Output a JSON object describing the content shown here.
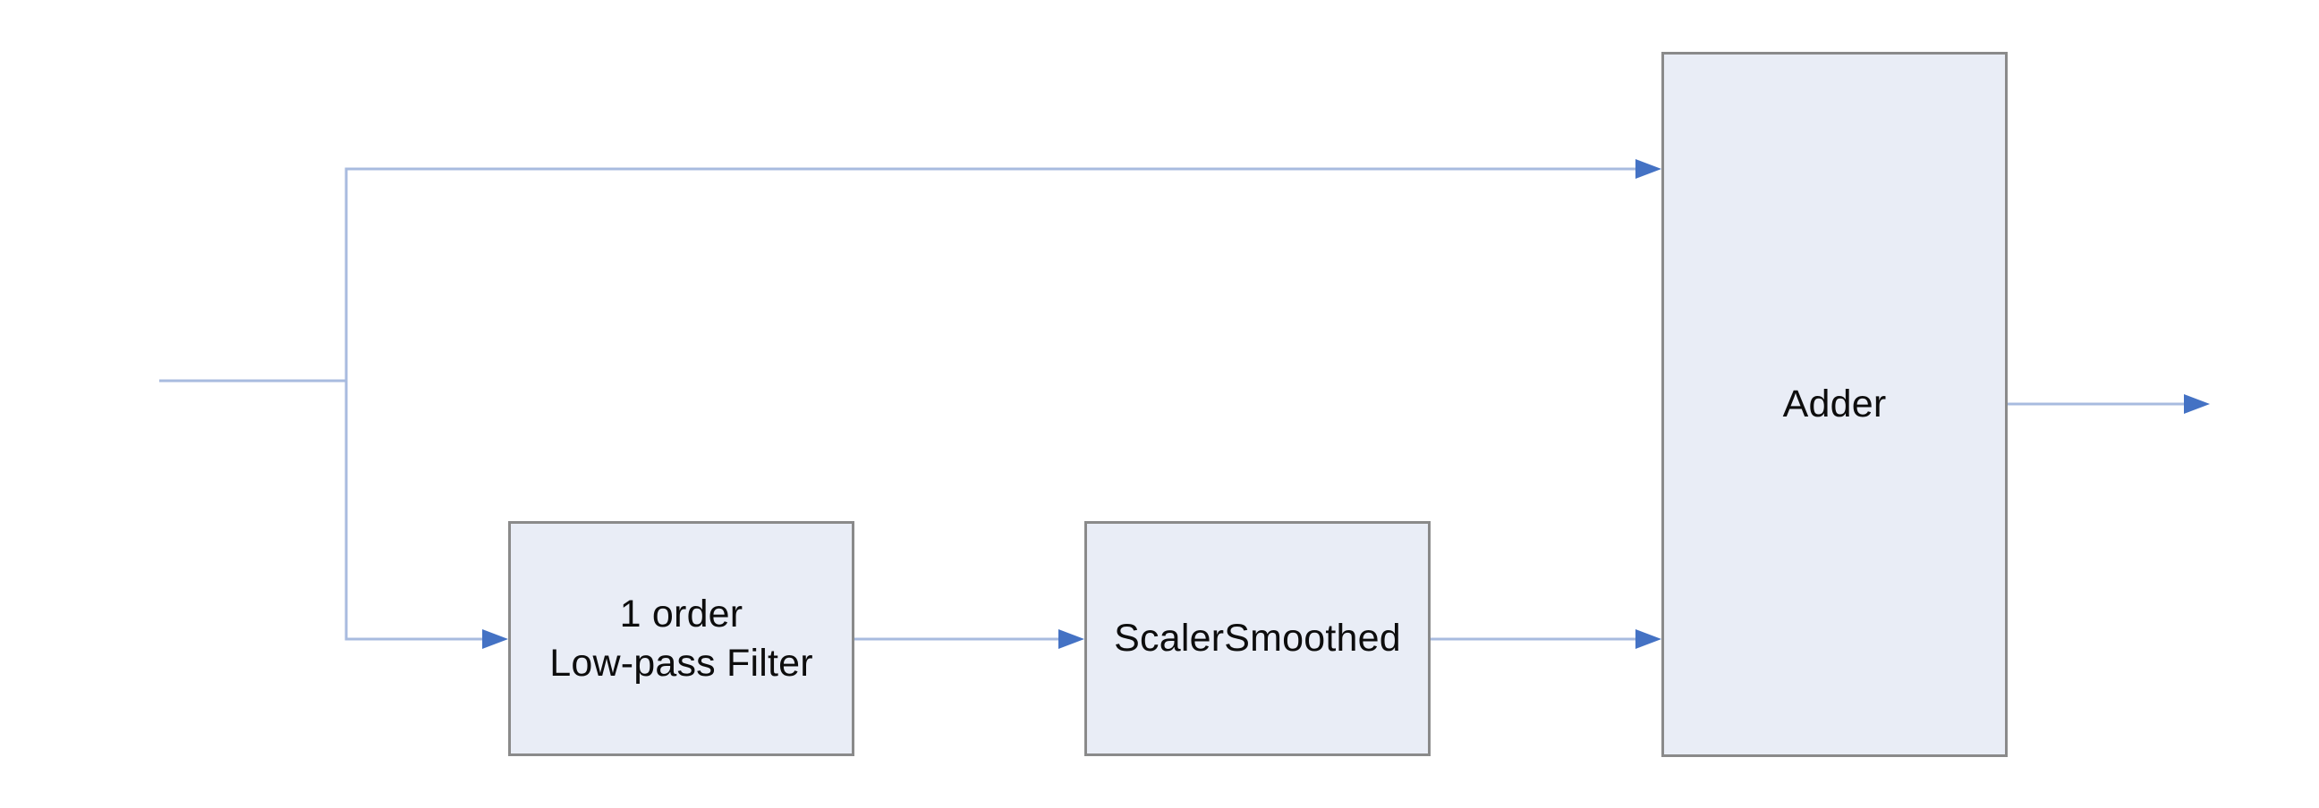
{
  "diagram": {
    "type": "block-diagram",
    "background_color": "#ffffff",
    "node_fill_color": "#e9edf6",
    "node_border_color": "#8a8a8a",
    "connector_color": "#a8bbdf",
    "arrowhead_color": "#4472c4",
    "text_color": "#0d0d0d",
    "nodes": [
      {
        "id": "lowpass-filter",
        "label": "1 order\nLow-pass Filter"
      },
      {
        "id": "scaler-smoothed",
        "label": "ScalerSmoothed"
      },
      {
        "id": "adder",
        "label": "Adder"
      }
    ],
    "edges": [
      {
        "from": "input",
        "to": "branch-point",
        "note": "input stub joins vertical branch line"
      },
      {
        "from": "branch-point",
        "to": "adder",
        "note": "direct upper path into Adder top input"
      },
      {
        "from": "branch-point",
        "to": "lowpass-filter",
        "note": "lower path"
      },
      {
        "from": "lowpass-filter",
        "to": "scaler-smoothed",
        "note": ""
      },
      {
        "from": "scaler-smoothed",
        "to": "adder",
        "note": "into Adder lower input"
      },
      {
        "from": "adder",
        "to": "output",
        "note": "output arrow to the right"
      }
    ]
  }
}
